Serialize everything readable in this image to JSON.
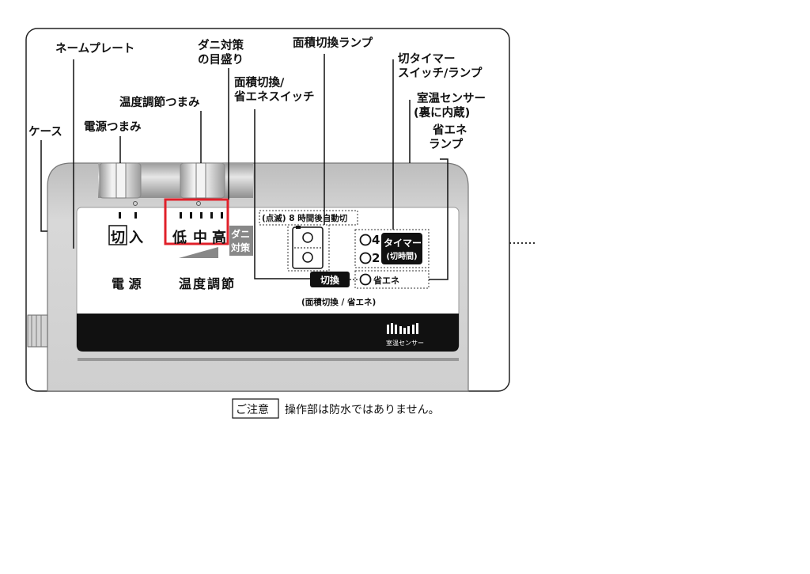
{
  "labels": {
    "case": "ケース",
    "name_plate": "ネームプレート",
    "power_knob": "電源つまみ",
    "temp_knob": "温度調節つまみ",
    "mite_scale_1": "ダニ対策",
    "mite_scale_2": "の目盛り",
    "area_switch_1": "面積切換/",
    "area_switch_2": "省エネスイッチ",
    "area_lamp": "面積切換ランプ",
    "timer_1": "切タイマー",
    "timer_2": "スイッチ/ランプ",
    "sensor_1": "室温センサー",
    "sensor_2": "(裏に内蔵)",
    "eco_lamp_1": "省エネ",
    "eco_lamp_2": "ランプ"
  },
  "panel": {
    "off": "切",
    "on": "入",
    "low": "低",
    "mid": "中",
    "high": "高",
    "mite_1": "ダニ",
    "mite_2": "対策",
    "power": "電 源",
    "temp": "温度調節",
    "auto_off_note": "(点滅) 8 時間後自動切",
    "timer_4": "4",
    "timer_2": "2",
    "timer_btn_1": "タイマー",
    "timer_btn_2": "(切時間)",
    "switch_btn": "切換",
    "eco": "省エネ",
    "switch_caption": "(面積切換 / 省エネ)",
    "sensor_small": "室温センサー"
  },
  "caution": {
    "badge": "ご注意",
    "text": "操作部は防水ではありません。"
  },
  "colors": {
    "highlight": "#e0202a",
    "case": "#c8c8c8",
    "dark": "#111111"
  }
}
